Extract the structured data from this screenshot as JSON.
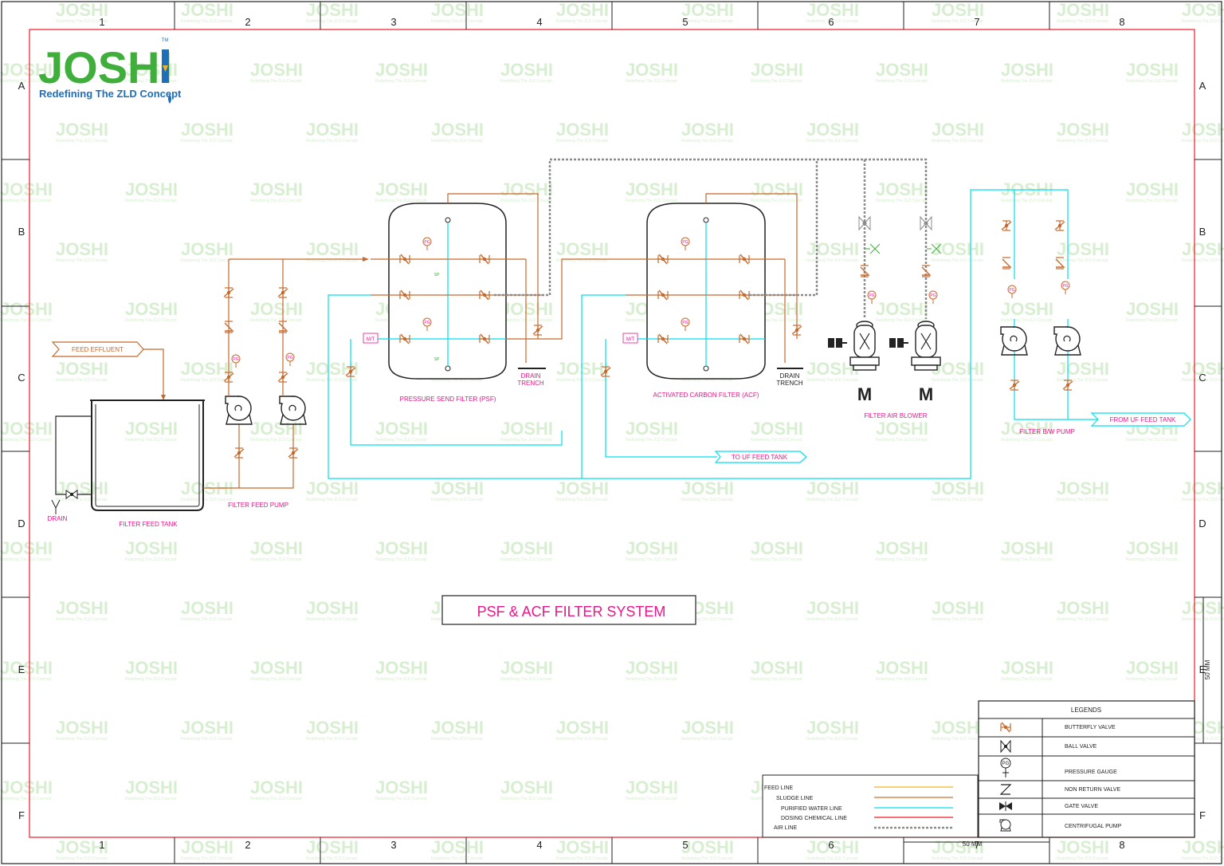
{
  "logo": {
    "name": "JOSHI",
    "tagline": "Redefining The ZLD Concept",
    "tm": "TM"
  },
  "title": "PSF & ACF FILTER SYSTEM",
  "grid": {
    "columns": [
      "1",
      "2",
      "3",
      "4",
      "5",
      "6",
      "7",
      "8"
    ],
    "rows": [
      "A",
      "B",
      "C",
      "D",
      "E",
      "F"
    ]
  },
  "labels": {
    "feed_effluent": "FEED EFFLUENT",
    "drain": "DRAIN",
    "filter_feed_tank": "FILTER FEED TANK",
    "filter_feed_pump": "FILTER FEED PUMP",
    "psf": "PRESSURE SEND FILTER (PSF)",
    "acf": "ACTIVATED CARBON FILTER (ACF)",
    "drain_trench_1": "DRAIN",
    "trench_1": "TRENCH",
    "drain_trench_2": "DRAIN",
    "trench_2": "TRENCH",
    "filter_air_blower": "FILTER AIR BLOWER",
    "filter_bw_pump": "FILTER B/W PUMP",
    "to_uf_feed_tank": "TO UF FEED TANK",
    "from_uf_feed_tank": "FROM UF FEED TANK",
    "motor": "M",
    "pg": "PG",
    "sp": "SP",
    "mt": "M/T",
    "scale_50mm": "50 MM"
  },
  "legend": {
    "heading": "LEGENDS",
    "symbols": [
      {
        "label": "BUTTERFLY VALVE",
        "icon": "butterfly-valve-icon"
      },
      {
        "label": "BALL VALVE",
        "icon": "ball-valve-icon"
      },
      {
        "label": "PRESSURE GAUGE",
        "icon": "pressure-gauge-icon"
      },
      {
        "label": "NON RETURN VALVE",
        "icon": "non-return-valve-icon"
      },
      {
        "label": "GATE VALVE",
        "icon": "gate-valve-icon"
      },
      {
        "label": "CENTRIFUGAL PUMP",
        "icon": "centrifugal-pump-icon"
      }
    ],
    "lines": [
      {
        "label": "FEED LINE",
        "color": "#f0b429"
      },
      {
        "label": "SLUDGE LINE",
        "color": "#c87533"
      },
      {
        "label": "PURIFIED WATER LINE",
        "color": "#00e0f0"
      },
      {
        "label": "DOSING CHEMICAL LINE",
        "color": "#ee1c25"
      },
      {
        "label": "AIR LINE",
        "color": "#8c8c8c"
      }
    ]
  },
  "colors": {
    "feed": "#c8692c",
    "purified": "#00e0f0",
    "air": "#8c8c8c",
    "label": "#e8188a",
    "border": "#ee1c25",
    "logo_green": "#3fae3a",
    "logo_blue": "#1f6fb8",
    "watermark": "#d8efd0"
  }
}
